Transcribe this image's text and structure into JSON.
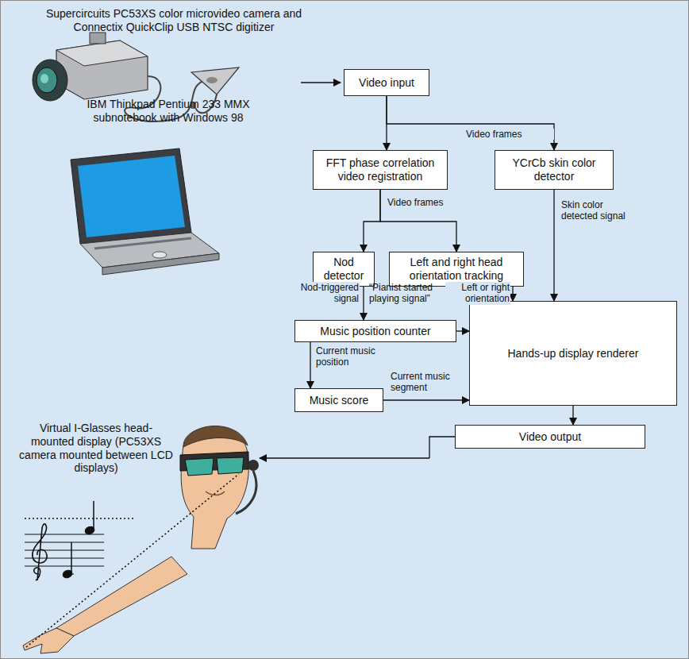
{
  "diagram": {
    "nodes": [
      {
        "text": [
          "Video input"
        ]
      },
      {
        "text": [
          "FFT phase correlation video registration"
        ]
      },
      {
        "text": [
          "YCrCb skin color detector"
        ]
      },
      {
        "text": [
          "Nod detector"
        ]
      },
      {
        "text": [
          "Left and right head orientation tracking"
        ]
      },
      {
        "text": [
          "Music position counter"
        ]
      },
      {
        "text": [
          "Hands-up display renderer"
        ]
      },
      {
        "text": [
          "Music score"
        ]
      },
      {
        "text": [
          "Video output"
        ]
      }
    ],
    "edges": [
      {
        "from": 0,
        "to": 1,
        "arrow": "to"
      },
      {
        "from": 0,
        "to": 2,
        "arrow": "to",
        "label": "Video frames"
      },
      {
        "from": 1,
        "to": 3,
        "arrow": "to",
        "label": "Video frames"
      },
      {
        "from": 1,
        "to": 4,
        "arrow": "to"
      },
      {
        "from": 3,
        "to": 5,
        "arrow": "to",
        "label": "Nod-triggered signal"
      },
      {
        "from": 4,
        "to": 6,
        "arrow": "to",
        "label": "Left or right orientation"
      },
      {
        "from": 2,
        "to": 6,
        "arrow": "to",
        "label": "Skin color detected signal"
      },
      {
        "from": 5,
        "to": 6,
        "arrow": "to"
      },
      {
        "from": 5,
        "to": 7,
        "arrow": "to",
        "label": "Current music position"
      },
      {
        "from": 7,
        "to": 6,
        "arrow": "to",
        "label": "Current music segment"
      },
      {
        "from": 6,
        "to": 8,
        "arrow": "to"
      }
    ],
    "labels": [
      "Supercircuits PC53XS color microvideo camera and Connectix QuickClip USB NTSC digitizer",
      "IBM Thinkpad Pentium 233 MMX subnotebook with Windows 98",
      "Virtual I-Glasses head-mounted display (PC53XS camera mounted between LCD displays)",
      "“Pianist started playing signal”"
    ]
  }
}
